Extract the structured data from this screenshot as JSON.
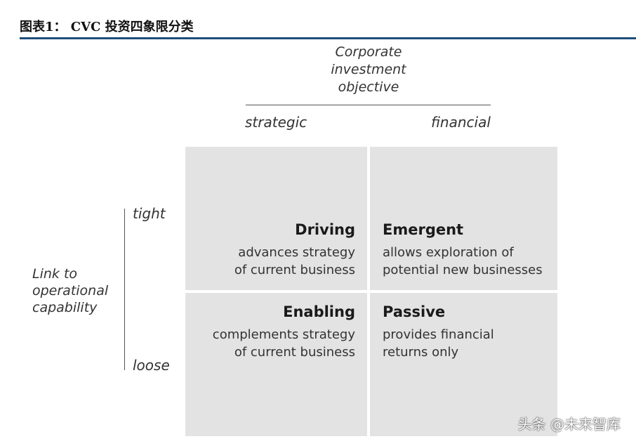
{
  "header": {
    "title": "图表1： CVC 投资四象限分类"
  },
  "matrix": {
    "top_axis_title": [
      "Corporate",
      "investment",
      "objective"
    ],
    "columns": [
      "strategic",
      "financial"
    ],
    "left_axis_title": [
      "Link to",
      "operational",
      "capability"
    ],
    "rows": [
      "tight",
      "loose"
    ],
    "cells": {
      "driving": {
        "title": "Driving",
        "desc": [
          "advances strategy",
          "of current business"
        ]
      },
      "emergent": {
        "title": "Emergent",
        "desc": [
          "allows exploration of",
          "potential new businesses"
        ]
      },
      "enabling": {
        "title": "Enabling",
        "desc": [
          "complements strategy",
          "of current business"
        ]
      },
      "passive": {
        "title": "Passive",
        "desc": [
          "provides financial",
          "returns only"
        ]
      }
    }
  },
  "watermark": "头条 @未来智库",
  "colors": {
    "header_rule": "#1f4e79",
    "cell_background": "#e3e3e3"
  }
}
